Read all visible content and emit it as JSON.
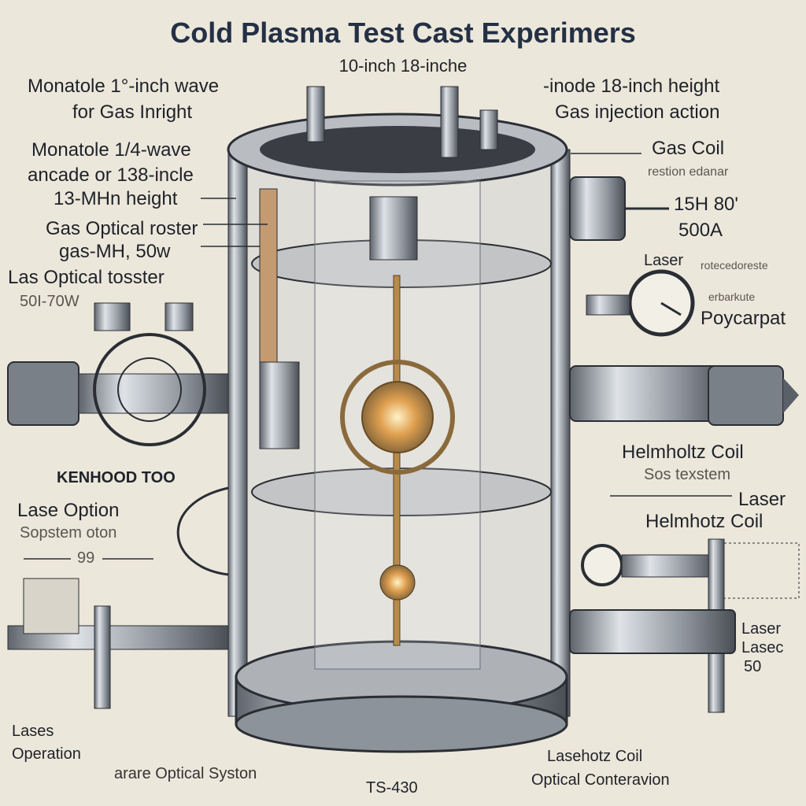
{
  "title": "Cold Plasma Test Cast Experimers",
  "subtitle": "10-inch  18-inche",
  "left_labels": {
    "l1a": "Monatole 1°-inch wave",
    "l1b": "for Gas Inright",
    "l2a": "Monatole 1/4-wave",
    "l2b": "ancade or 138-incle",
    "l2c": "13-MHn height",
    "l3a": "Gas Optical roster",
    "l3b": "gas-MH, 50w",
    "l4a": "Las Optical tosster",
    "l4b": "50I-70W",
    "l5": "KENHOOD TOO",
    "l6a": "Lase Option",
    "l6b": "Sopstem oton",
    "l6c": "99",
    "l7a": "Lases",
    "l7b": "Operation"
  },
  "right_labels": {
    "r1a": "-inode 18-inch height",
    "r1b": "Gas injection action",
    "r2a": "Gas Coil",
    "r2b": "restion edanar",
    "r2c": "15H 80'",
    "r2d": "500A",
    "r3a": "Laser",
    "r3b": "rotecedoreste",
    "r3c": "erbarkute",
    "r3d": "Poycarpat",
    "r4a": "Helmholtz Coil",
    "r4b": "Sos texstem",
    "r5a": "Laser",
    "r5b": "Helmhotz Coil",
    "r6a": "Laser",
    "r6b": "Lasec",
    "r6c": "50"
  },
  "bottom_labels": {
    "b1": "arare Optical Syston",
    "b2": "TS-430",
    "b3a": "Lasehotz Coil",
    "b3b": "Optical Conteravion"
  },
  "colors": {
    "paper": "#ece7db",
    "ink": "#1e2228",
    "steel": "#9aa0a8",
    "glow": "#e0a050"
  }
}
